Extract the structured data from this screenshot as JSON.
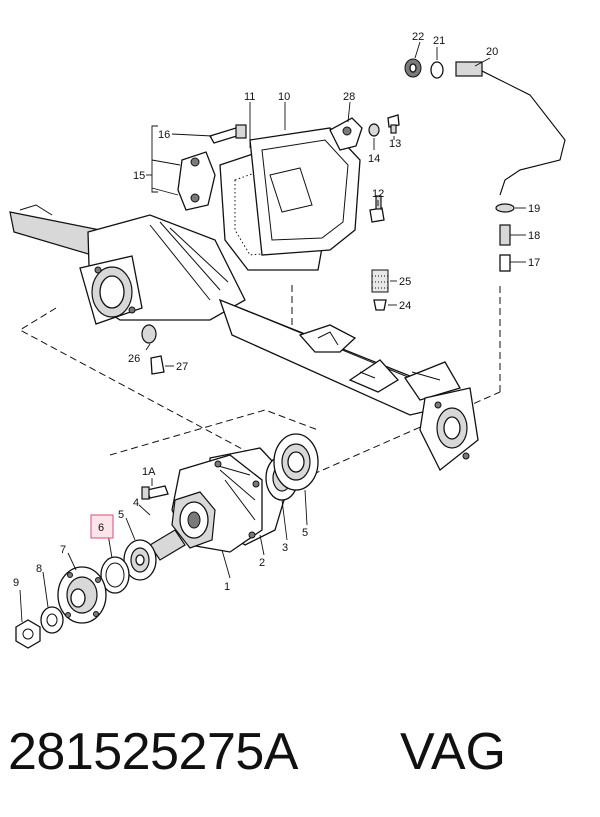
{
  "diagram": {
    "callouts": {
      "c1": "1",
      "c1a": "1A",
      "c2": "2",
      "c3": "3",
      "c4": "4",
      "c5a": "5",
      "c5b": "5",
      "c6": "6",
      "c7": "7",
      "c8": "8",
      "c9": "9",
      "c10": "10",
      "c11": "11",
      "c12": "12",
      "c13": "13",
      "c14": "14",
      "c15": "15",
      "c16": "16",
      "c17": "17",
      "c18": "18",
      "c19": "19",
      "c20": "20",
      "c21": "21",
      "c22": "22",
      "c24": "24",
      "c25": "25",
      "c26": "26",
      "c27": "27",
      "c28": "28"
    },
    "highlighted_callout": "6",
    "highlight_color": "#e06a87"
  },
  "footer": {
    "part_number": "281525275A",
    "brand": "VAG"
  }
}
